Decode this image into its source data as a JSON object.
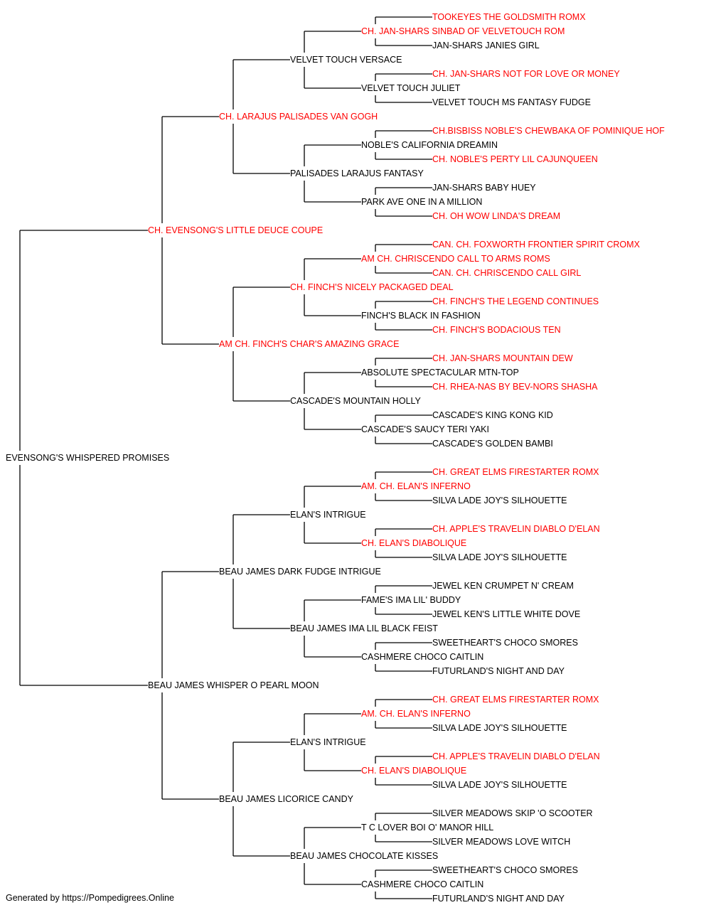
{
  "colors": {
    "champion": "#ff0000",
    "regular": "#000000",
    "line": "#000000"
  },
  "tree": {
    "name": "EVENSONG'S WHISPERED PROMISES",
    "ch": false,
    "sire": {
      "name": "CH. EVENSONG'S LITTLE DEUCE COUPE",
      "ch": true,
      "sire": {
        "name": "CH. LARAJUS PALISADES VAN GOGH",
        "ch": true,
        "sire": {
          "name": "VELVET TOUCH VERSACE",
          "ch": false,
          "sire": {
            "name": "CH. JAN-SHARS SINBAD OF VELVETOUCH ROM",
            "ch": true,
            "sire": {
              "name": "TOOKEYES THE GOLDSMITH ROMX",
              "ch": true
            },
            "dam": {
              "name": "JAN-SHARS JANIES GIRL",
              "ch": false
            }
          },
          "dam": {
            "name": "VELVET TOUCH JULIET",
            "ch": false,
            "sire": {
              "name": "CH. JAN-SHARS NOT FOR LOVE OR MONEY",
              "ch": true
            },
            "dam": {
              "name": "VELVET TOUCH MS FANTASY FUDGE",
              "ch": false
            }
          }
        },
        "dam": {
          "name": "PALISADES LARAJUS FANTASY",
          "ch": false,
          "sire": {
            "name": "NOBLE'S CALIFORNIA DREAMIN",
            "ch": false,
            "sire": {
              "name": "CH.BISBISS NOBLE'S CHEWBAKA OF POMINIQUE HOF",
              "ch": true
            },
            "dam": {
              "name": "CH. NOBLE'S PERTY LIL CAJUNQUEEN",
              "ch": true
            }
          },
          "dam": {
            "name": "PARK AVE ONE IN A MILLION",
            "ch": false,
            "sire": {
              "name": "JAN-SHARS BABY HUEY",
              "ch": false
            },
            "dam": {
              "name": "CH. OH WOW LINDA'S DREAM",
              "ch": true
            }
          }
        }
      },
      "dam": {
        "name": "AM CH. FINCH'S CHAR'S AMAZING GRACE",
        "ch": true,
        "sire": {
          "name": "CH. FINCH'S NICELY PACKAGED DEAL",
          "ch": true,
          "sire": {
            "name": "AM CH. CHRISCENDO CALL TO ARMS ROMS",
            "ch": true,
            "sire": {
              "name": "CAN. CH. FOXWORTH FRONTIER SPIRIT CROMX",
              "ch": true
            },
            "dam": {
              "name": "CAN. CH. CHRISCENDO CALL GIRL",
              "ch": true
            }
          },
          "dam": {
            "name": "FINCH'S BLACK IN FASHION",
            "ch": false,
            "sire": {
              "name": "CH. FINCH'S THE LEGEND CONTINUES",
              "ch": true
            },
            "dam": {
              "name": "CH. FINCH'S BODACIOUS TEN",
              "ch": true
            }
          }
        },
        "dam": {
          "name": "CASCADE'S MOUNTAIN HOLLY",
          "ch": false,
          "sire": {
            "name": "ABSOLUTE SPECTACULAR MTN-TOP",
            "ch": false,
            "sire": {
              "name": "CH. JAN-SHARS MOUNTAIN DEW",
              "ch": true
            },
            "dam": {
              "name": "CH. RHEA-NAS BY BEV-NORS SHASHA",
              "ch": true
            }
          },
          "dam": {
            "name": "CASCADE'S SAUCY TERI YAKI",
            "ch": false,
            "sire": {
              "name": "CASCADE'S KING KONG KID",
              "ch": false
            },
            "dam": {
              "name": "CASCADE'S GOLDEN BAMBI",
              "ch": false
            }
          }
        }
      }
    },
    "dam": {
      "name": "BEAU JAMES WHISPER O PEARL MOON",
      "ch": false,
      "sire": {
        "name": "BEAU JAMES DARK FUDGE INTRIGUE",
        "ch": false,
        "sire": {
          "name": "ELAN'S INTRIGUE",
          "ch": false,
          "sire": {
            "name": "AM. CH. ELAN'S INFERNO",
            "ch": true,
            "sire": {
              "name": "CH. GREAT ELMS FIRESTARTER ROMX",
              "ch": true
            },
            "dam": {
              "name": "SILVA LADE JOY'S SILHOUETTE",
              "ch": false
            }
          },
          "dam": {
            "name": "CH. ELAN'S DIABOLIQUE",
            "ch": true,
            "sire": {
              "name": "CH. APPLE'S TRAVELIN DIABLO D'ELAN",
              "ch": true
            },
            "dam": {
              "name": "SILVA LADE JOY'S SILHOUETTE",
              "ch": false
            }
          }
        },
        "dam": {
          "name": "BEAU JAMES IMA LIL BLACK FEIST",
          "ch": false,
          "sire": {
            "name": "FAME'S IMA LIL' BUDDY",
            "ch": false,
            "sire": {
              "name": "JEWEL KEN CRUMPET N' CREAM",
              "ch": false
            },
            "dam": {
              "name": "JEWEL KEN'S LITTLE WHITE DOVE",
              "ch": false
            }
          },
          "dam": {
            "name": "CASHMERE CHOCO CAITLIN",
            "ch": false,
            "sire": {
              "name": "SWEETHEART'S CHOCO SMORES",
              "ch": false
            },
            "dam": {
              "name": "FUTURLAND'S NIGHT AND DAY",
              "ch": false
            }
          }
        }
      },
      "dam": {
        "name": "BEAU JAMES LICORICE CANDY",
        "ch": false,
        "sire": {
          "name": "ELAN'S INTRIGUE",
          "ch": false,
          "sire": {
            "name": "AM. CH. ELAN'S INFERNO",
            "ch": true,
            "sire": {
              "name": "CH. GREAT ELMS FIRESTARTER ROMX",
              "ch": true
            },
            "dam": {
              "name": "SILVA LADE JOY'S SILHOUETTE",
              "ch": false
            }
          },
          "dam": {
            "name": "CH. ELAN'S DIABOLIQUE",
            "ch": true,
            "sire": {
              "name": "CH. APPLE'S TRAVELIN DIABLO D'ELAN",
              "ch": true
            },
            "dam": {
              "name": "SILVA LADE JOY'S SILHOUETTE",
              "ch": false
            }
          }
        },
        "dam": {
          "name": "BEAU JAMES CHOCOLATE KISSES",
          "ch": false,
          "sire": {
            "name": "T C LOVER BOI O' MANOR HILL",
            "ch": false,
            "sire": {
              "name": "SILVER MEADOWS SKIP 'O SCOOTER",
              "ch": false
            },
            "dam": {
              "name": "SILVER MEADOWS LOVE WITCH",
              "ch": false
            }
          },
          "dam": {
            "name": "CASHMERE CHOCO CAITLIN",
            "ch": false,
            "sire": {
              "name": "SWEETHEART'S CHOCO SMORES",
              "ch": false
            },
            "dam": {
              "name": "FUTURLAND'S NIGHT AND DAY",
              "ch": false
            }
          }
        }
      }
    }
  },
  "footer": "Generated by https://Pompedigrees.Online"
}
